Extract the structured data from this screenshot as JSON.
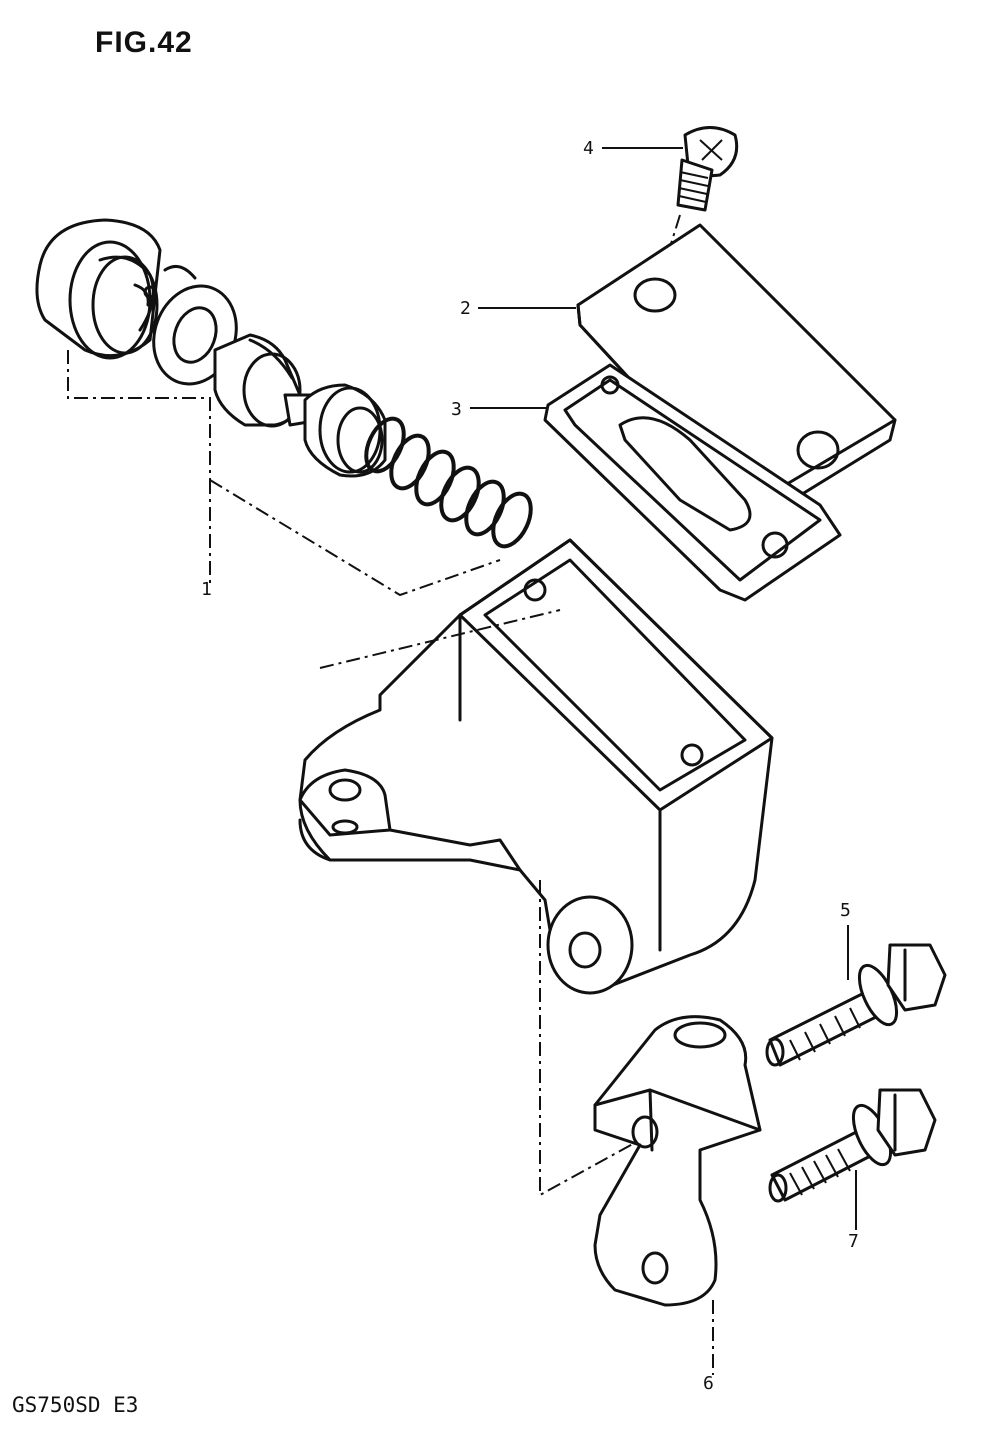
{
  "figure": {
    "title": "FIG.42",
    "model_code": "GS750SD E3"
  },
  "callouts": [
    {
      "id": "c1",
      "label": "1"
    },
    {
      "id": "c2",
      "label": "2"
    },
    {
      "id": "c3",
      "label": "3"
    },
    {
      "id": "c4",
      "label": "4"
    },
    {
      "id": "c5",
      "label": "5"
    },
    {
      "id": "c6",
      "label": "6"
    },
    {
      "id": "c7",
      "label": "7"
    }
  ],
  "colors": {
    "ink": "#111111",
    "paper": "#ffffff"
  }
}
